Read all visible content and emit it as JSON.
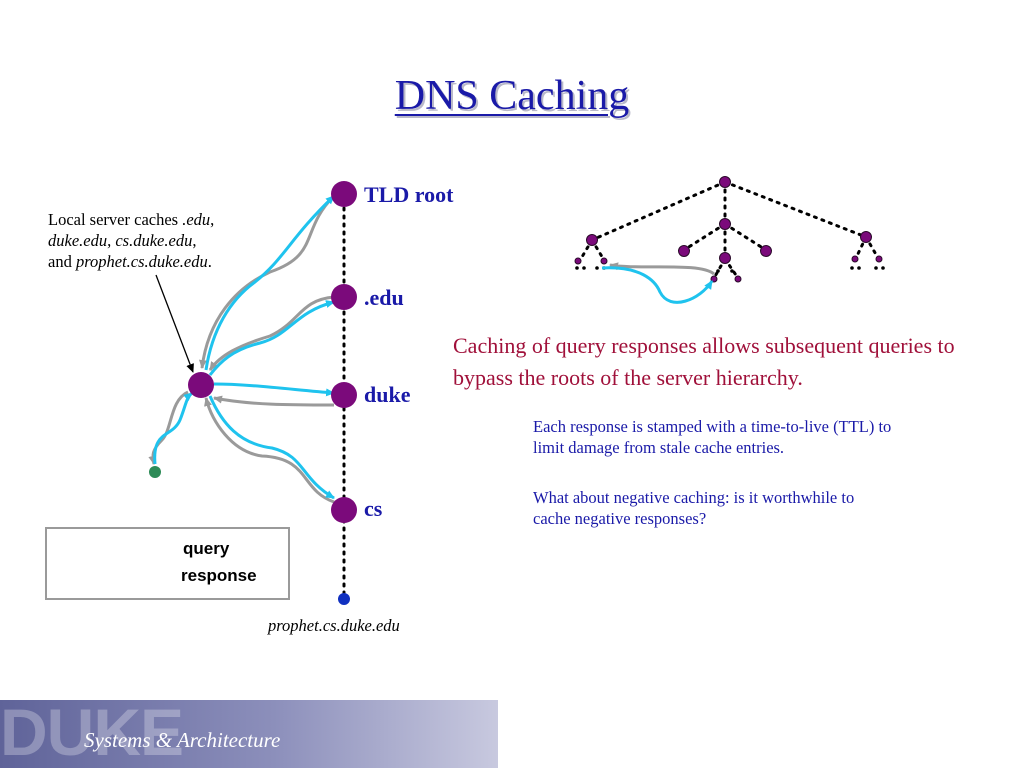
{
  "title": "DNS Caching",
  "nodes": {
    "root_label": "TLD root",
    "edu_label": ".edu",
    "duke_label": "duke",
    "cs_label": "cs",
    "leaf_label": "prophet.cs.duke.edu"
  },
  "local_caption": {
    "prefix": "Local server caches ",
    "item1": ".edu",
    "sep1": ",",
    "item2": "duke.edu",
    "sep2": ", ",
    "item3": "cs.duke.edu",
    "sep3": ",",
    "and_word": "and ",
    "item4": "prophet.cs.duke.edu",
    "end": "."
  },
  "legend": {
    "query_label": "query",
    "response_label": "response"
  },
  "main_point": "Caching of query responses allows subsequent queries to bypass the roots of the server hierarchy.",
  "ttl_point": "Each response is stamped with a time-to-live (TTL) to limit damage from stale cache entries.",
  "negative_point": "What about negative caching: is it worthwhile to cache negative responses?",
  "footer": {
    "logo": "DUKE",
    "text": "Systems & Architecture"
  },
  "colors": {
    "title": "#1a1aa8",
    "node": "#7b0a7b",
    "query_arrow": "#1fc3ee",
    "response_arrow": "#9a9a9a",
    "main_point": "#a0103a",
    "client_node": "#2e8b57",
    "leaf_node": "#1030c0"
  }
}
